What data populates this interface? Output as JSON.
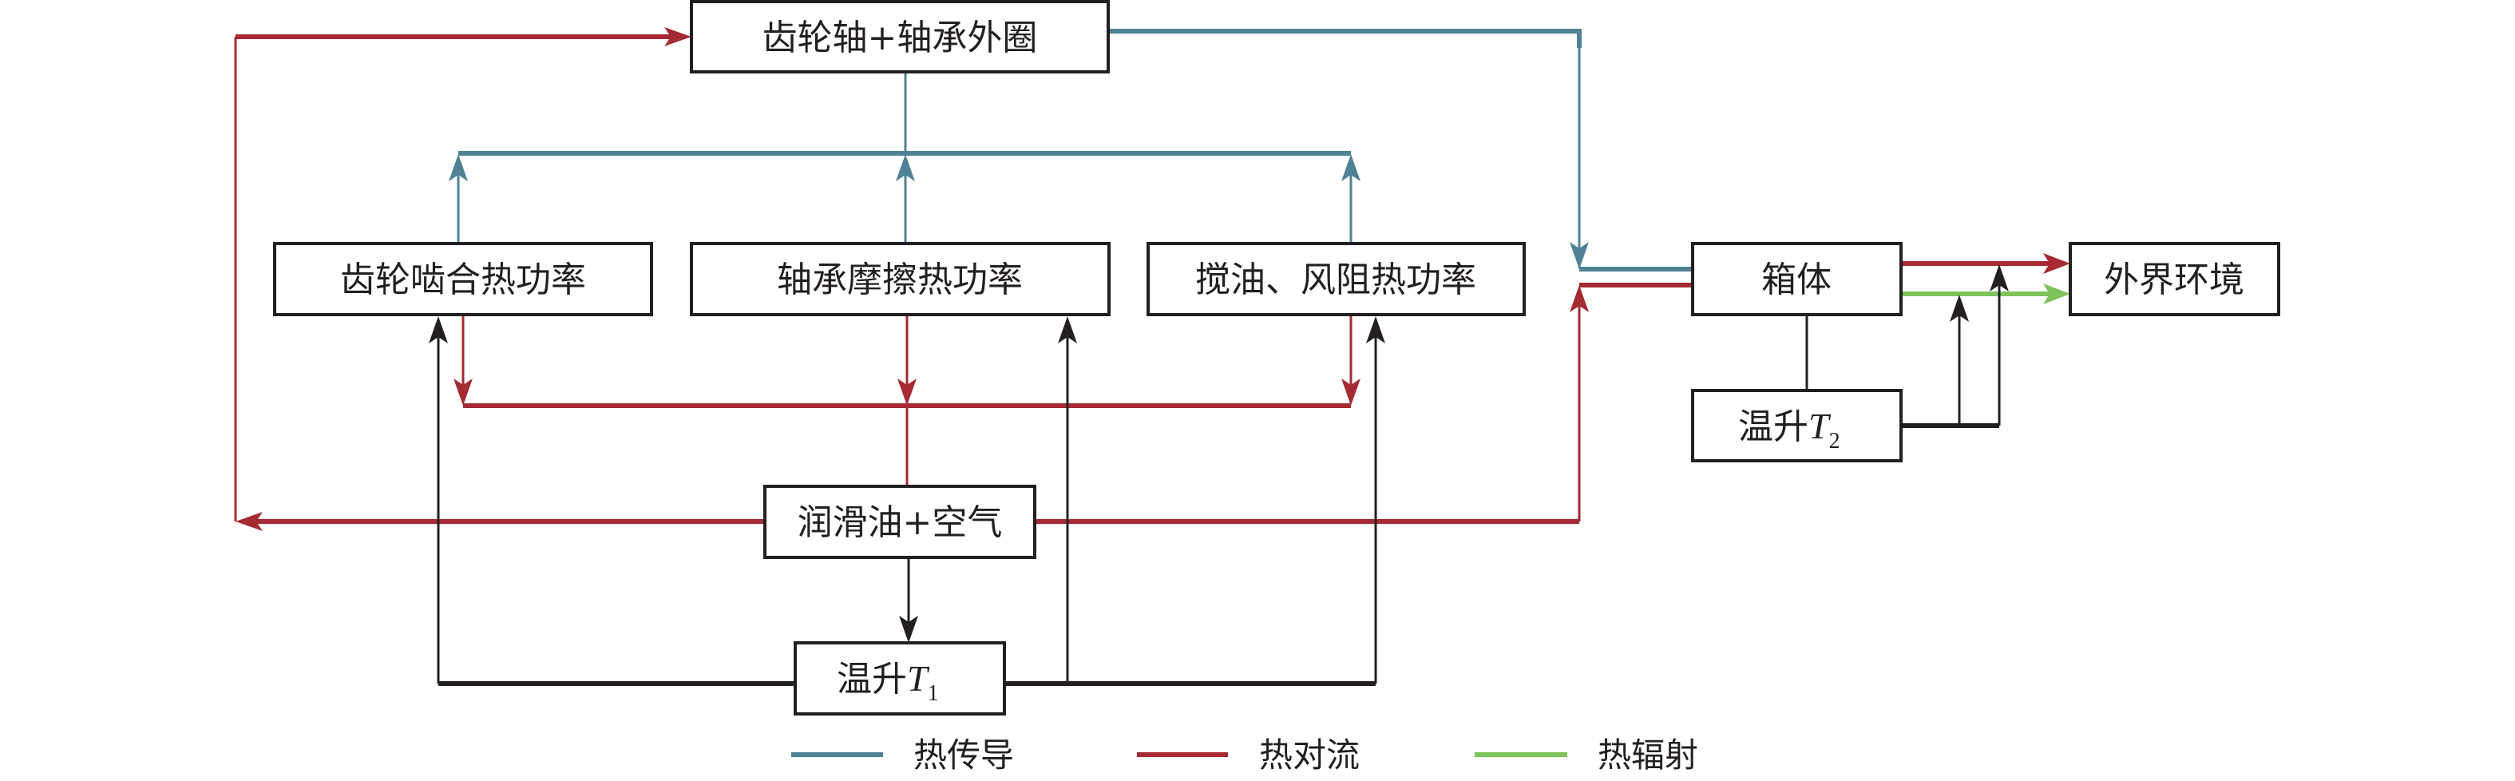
{
  "diagram": {
    "title": "",
    "nodes": {
      "gear_shaft": "齿轮轴+轴承外圈",
      "gear_mesh": "齿轮啮合热功率",
      "bearing_friction": "轴承摩擦热功率",
      "churning_windage": "搅油、风阻热功率",
      "lube_air": "润滑油+空气",
      "temp_rise_t1_prefix": "温升",
      "temp_rise_t1_symbol": "T",
      "temp_rise_t1_sub": "1",
      "housing": "箱体",
      "temp_rise_t2_prefix": "温升",
      "temp_rise_t2_symbol": "T",
      "temp_rise_t2_sub": "2",
      "environment": "外界环境"
    },
    "legend": [
      {
        "label": "热传导",
        "meaning": "heat conduction",
        "color": "#4e8294"
      },
      {
        "label": "热对流",
        "meaning": "heat convection",
        "color": "#a52a33"
      },
      {
        "label": "热辐射",
        "meaning": "heat radiation",
        "color": "#7dc35a"
      }
    ],
    "edges": [
      {
        "from": "gear_mesh",
        "to": "gear_shaft",
        "type": "热传导"
      },
      {
        "from": "bearing_friction",
        "to": "gear_shaft",
        "type": "热传导"
      },
      {
        "from": "churning_windage",
        "to": "gear_shaft",
        "type": "热传导"
      },
      {
        "from": "gear_shaft",
        "to": "housing",
        "type": "热传导"
      },
      {
        "from": "gear_mesh",
        "to": "lube_air",
        "type": "热对流"
      },
      {
        "from": "bearing_friction",
        "to": "lube_air",
        "type": "热对流"
      },
      {
        "from": "churning_windage",
        "to": "lube_air",
        "type": "热对流"
      },
      {
        "from": "lube_air",
        "to": "gear_shaft",
        "type": "热对流"
      },
      {
        "from": "lube_air",
        "to": "housing",
        "type": "热对流"
      },
      {
        "from": "lube_air",
        "to": "temp_rise_t1",
        "type": "influence"
      },
      {
        "from": "temp_rise_t1",
        "to": "gear_mesh",
        "type": "influence"
      },
      {
        "from": "temp_rise_t1",
        "to": "bearing_friction",
        "type": "influence"
      },
      {
        "from": "temp_rise_t1",
        "to": "churning_windage",
        "type": "influence"
      },
      {
        "from": "housing",
        "to": "environment",
        "type": "热对流"
      },
      {
        "from": "housing",
        "to": "environment",
        "type": "热辐射"
      },
      {
        "from": "housing",
        "to": "temp_rise_t2",
        "type": "link"
      },
      {
        "from": "temp_rise_t2",
        "to": "housing-environment convection",
        "type": "influence"
      },
      {
        "from": "temp_rise_t2",
        "to": "housing-environment radiation",
        "type": "influence"
      }
    ]
  }
}
